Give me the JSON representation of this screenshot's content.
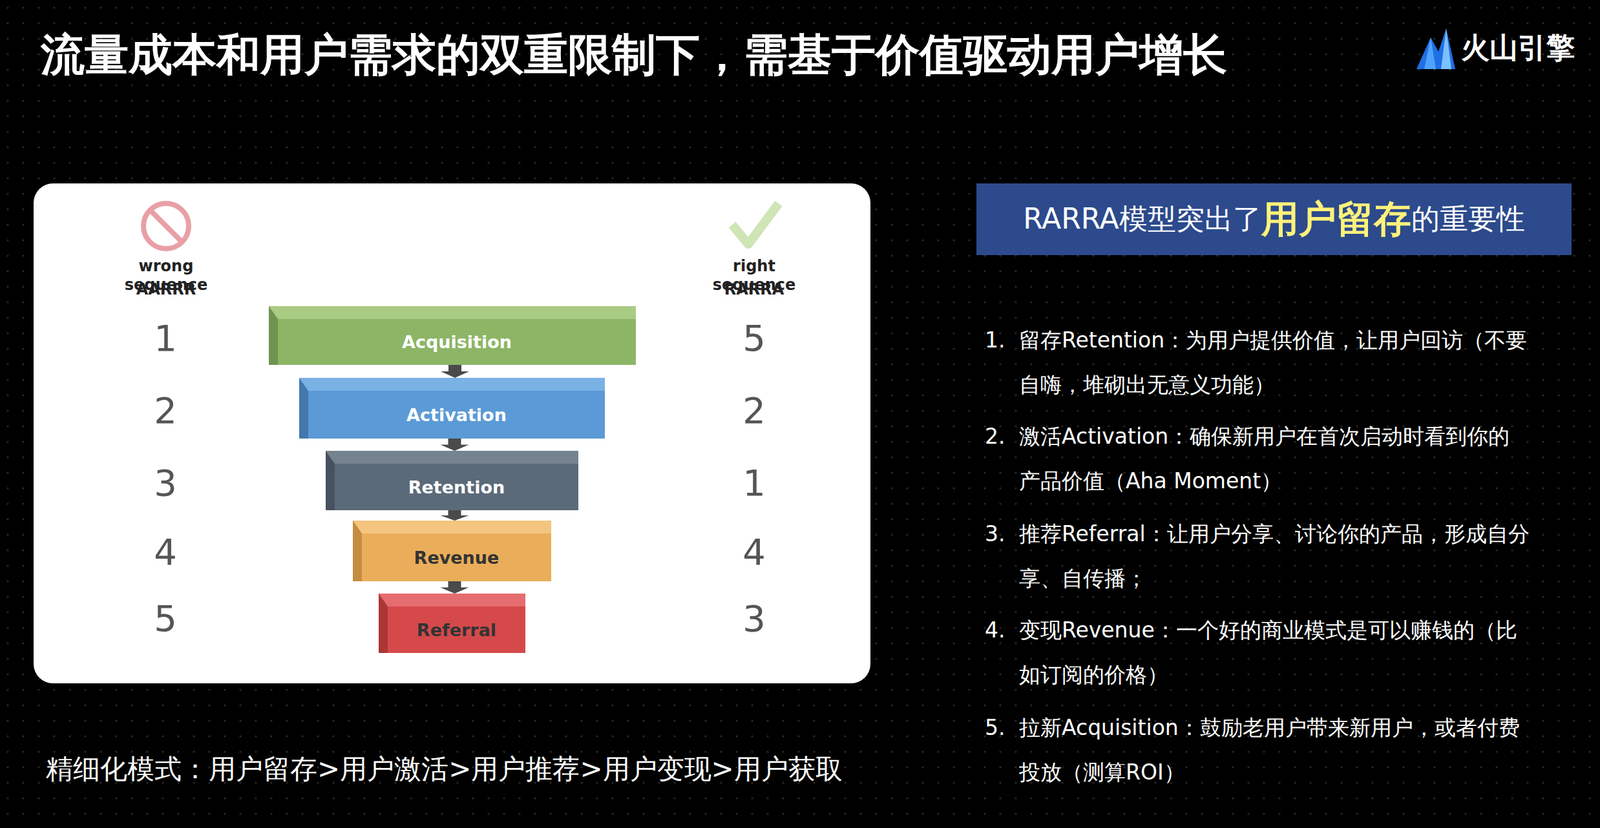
{
  "diagram": {
    "title": "流量成本和用户需求的双重限制下，需基于价值驱动用户增长",
    "nodes": [
      {
        "text": [
          "Acquisition"
        ]
      },
      {
        "text": [
          "Activation"
        ]
      },
      {
        "text": [
          "Retention"
        ]
      },
      {
        "text": [
          "Revenue"
        ]
      },
      {
        "text": [
          "Referral"
        ]
      },
      {
        "text": [
          "RARRA模型突出了",
          "用户留存",
          "的重要性"
        ]
      }
    ],
    "edges": [
      {
        "from": 0,
        "to": 1,
        "arrow": "to"
      },
      {
        "from": 1,
        "to": 2,
        "arrow": "to"
      },
      {
        "from": 2,
        "to": 3,
        "arrow": "to"
      },
      {
        "from": 3,
        "to": 4,
        "arrow": "to"
      }
    ],
    "labels": [
      "火山引擎",
      "wrong sequence",
      "AARRR",
      "right sequence",
      "RARRA",
      "1",
      "2",
      "3",
      "4",
      "5",
      "5",
      "2",
      "1",
      "4",
      "3",
      "1.",
      "留存Retention：为用户提供价值，让用户回访（不要自嗨，堆砌出无意义功能）",
      "2.",
      "激活Activation：确保新用户在首次启动时看到你的产品价值（Aha Moment）",
      "3.",
      "推荐Referral：让用户分享、讨论你的产品，形成自分享、自传播；",
      "4.",
      "变现Revenue：一个好的商业模式是可以赚钱的（比如订阅的价格）",
      "5.",
      "拉新Acquisition：鼓励老用户带来新用户，或者付费投放（测算ROI）",
      "精细化模式：用户留存>用户激活>用户推荐>用户变现>用户获取"
    ]
  }
}
